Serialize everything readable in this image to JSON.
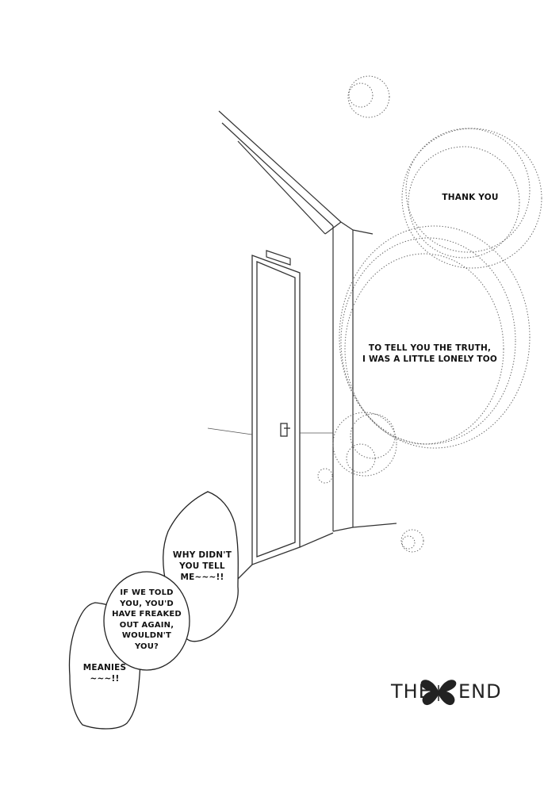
{
  "bubbles": {
    "thank_you": "THANK YOU",
    "truth": "TO TELL YOU THE TRUTH,\nI WAS A LITTLE LONELY TOO",
    "why": "WHY DIDN'T\nYOU TELL\nME~~~!!",
    "freaked": "IF WE TOLD\nYOU, YOU'D\nHAVE FREAKED\nOUT AGAIN,\nWOULDN'T\nYOU?",
    "meanies": "MEANIES\n~~~!!"
  },
  "ending": {
    "the": "THE",
    "end": "END"
  },
  "icons": {
    "end_ornament": "butterfly-icon"
  },
  "colors": {
    "line": "#333333",
    "paper": "#ffffff"
  }
}
